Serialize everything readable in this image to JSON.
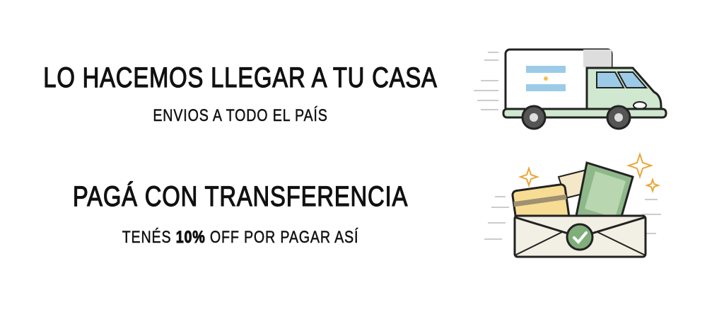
{
  "shipping": {
    "title": "LO HACEMOS LLEGAR A TU CASA",
    "subtitle": "ENVIOS A TODO EL PAÍS",
    "icon": "delivery-truck-icon"
  },
  "payment": {
    "title": "PAGÁ CON TRANSFERENCIA",
    "subtitle_prefix": "TENÉS",
    "discount": "10%",
    "subtitle_suffix": "OFF POR PAGAR ASÍ",
    "icon": "money-envelope-icon"
  },
  "colors": {
    "text": "#111111",
    "truck_green": "#cfe8cf",
    "flag_blue": "#9ccbe8",
    "bill_green": "#8fb88a",
    "sparkle": "#e9a83a"
  }
}
